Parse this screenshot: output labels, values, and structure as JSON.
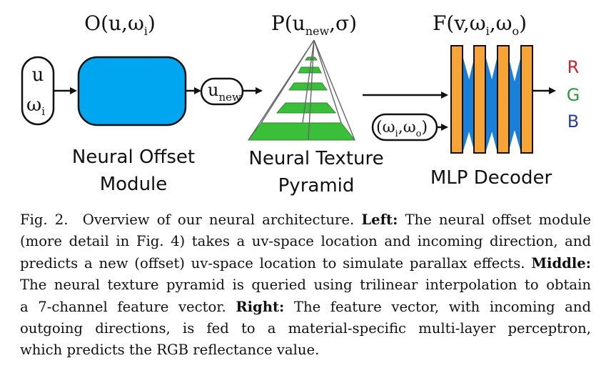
{
  "figure": {
    "offset_module": {
      "formula": "O(u,ω",
      "formula_sub": "i",
      "formula_close": ")",
      "label_line1": "Neural Offset",
      "label_line2": "Module",
      "input_u": "u",
      "input_omega": "ω",
      "input_omega_sub": "i",
      "output": "u",
      "output_sub": "new",
      "color": "#00a6ef"
    },
    "pyramid": {
      "formula": "P(u",
      "formula_sub": "new",
      "formula_close": ",σ)",
      "label_line1": "Neural Texture",
      "label_line2": "Pyramid",
      "level_color": "#3bbf3b"
    },
    "decoder": {
      "formula": "F(v,ω",
      "formula_sub1": "i",
      "formula_mid": ",ω",
      "formula_sub2": "o",
      "formula_close": ")",
      "label": "MLP Decoder",
      "input": "(ω",
      "input_sub1": "i",
      "input_mid": ",ω",
      "input_sub2": "o",
      "input_close": ")",
      "bar_color": "#f7a436",
      "cross_color": "#1a7fd8"
    },
    "output": {
      "r": "R",
      "g": "G",
      "b": "B",
      "r_color": "#c0282e",
      "g_color": "#2a9a3a",
      "b_color": "#2a3f9a"
    }
  },
  "caption": {
    "fig_label": "Fig. 2.",
    "intro": "Overview of our neural architecture.",
    "left_label": "Left:",
    "left_text_1": "The neural offset module",
    "left_text_2": "(more detail in Fig. 4) takes a uv-space location and incoming direction, and",
    "left_text_3": "predicts a new (offset) uv-space location to simulate parallax effects.",
    "middle_label": "Middle:",
    "middle_text_1": "The neural texture pyramid is queried using trilinear interpolation to obtain",
    "middle_text_2": "a 7-channel feature vector.",
    "right_label": "Right:",
    "right_text_1": "The feature vector, with incoming and",
    "right_text_2": "outgoing directions, is fed to a material-specific multi-layer perceptron,",
    "right_text_3": "which predicts the RGB reflectance value."
  }
}
